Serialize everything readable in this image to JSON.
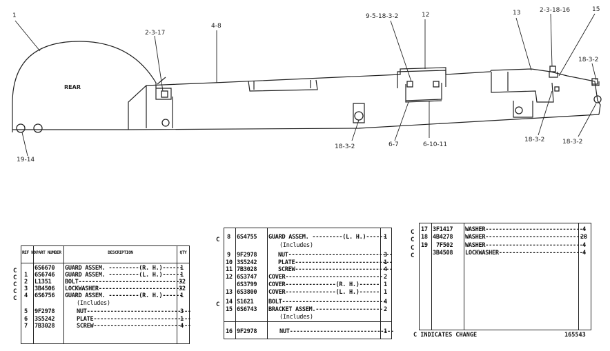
{
  "callouts": {
    "c1": "1",
    "c2_3_17": "2-3-17",
    "c4_8": "4-8",
    "c9_5": "9-5-18-3-2",
    "c12": "12",
    "c13": "13",
    "c2_3_18": "2-3-18-16",
    "c15": "15",
    "c18_3_2_right": "18-3-2",
    "c19_14": "19-14",
    "c18_3_2_mid": "18-3-2",
    "c6_7": "6-7",
    "c6_10_11": "6-10-11",
    "c18_3_2_low": "18-3-2",
    "c18_3_2_edge": "18-3-2",
    "rear": "REAR"
  },
  "table1": {
    "headers": {
      "ref": "REF NO.",
      "part": "PART NUMBER",
      "desc": "DESCRIPTION",
      "qty": "QTY"
    },
    "rows": [
      {
        "c": "C",
        "ref": "",
        "part": "6S6670",
        "desc": "GUARD ASSEM. ---------(R. H.)------",
        "qty": "1"
      },
      {
        "c": "C",
        "ref": "1",
        "part": "6S6746",
        "desc": "GUARD ASSEM. ---------(L. H.)------",
        "qty": "1"
      },
      {
        "c": "C",
        "ref": "2",
        "part": "L1351",
        "desc": "BOLT-------------------------------",
        "qty": "32"
      },
      {
        "c": "C",
        "ref": "3",
        "part": "3B4506",
        "desc": "LOCKWASHER-------------------------",
        "qty": "32"
      },
      {
        "c": "C",
        "ref": "4",
        "part": "6S6756",
        "desc": "GUARD ASSEM. ---------(R. H.)------",
        "qty": "1"
      },
      {
        "c": "",
        "ref": "",
        "part": "",
        "desc": "(Includes)",
        "qty": ""
      },
      {
        "c": "",
        "ref": "5",
        "part": "9F2978",
        "desc": "NUT-------------------------------",
        "qty": "3"
      },
      {
        "c": "",
        "ref": "6",
        "part": "3S5242",
        "desc": "PLATE-----------------------------",
        "qty": "1"
      },
      {
        "c": "",
        "ref": "7",
        "part": "7B3028",
        "desc": "SCREW-----------------------------",
        "qty": "4"
      }
    ]
  },
  "table2": {
    "rows": [
      {
        "c": "C",
        "ref": "8",
        "part": "6S4755",
        "desc": "GUARD ASSEM. ---------(L. H.)------",
        "qty": "1"
      },
      {
        "c": "",
        "ref": "",
        "part": "",
        "desc": "(Includes)",
        "qty": ""
      },
      {
        "c": "",
        "ref": "9",
        "part": "9F2978",
        "desc": "NUT-------------------------------",
        "qty": "3"
      },
      {
        "c": "",
        "ref": "10",
        "part": "3S5242",
        "desc": "PLATE-----------------------------",
        "qty": "1"
      },
      {
        "c": "",
        "ref": "11",
        "part": "7B3028",
        "desc": "SCREW-----------------------------",
        "qty": "4"
      },
      {
        "c": "",
        "ref": "12",
        "part": "6S3747",
        "desc": "COVER-----------------------------",
        "qty": "2"
      },
      {
        "c": "",
        "ref": "",
        "part": "6S3799",
        "desc": "COVER---------------(R. H.)------",
        "qty": "1"
      },
      {
        "c": "",
        "ref": "13",
        "part": "6S3800",
        "desc": "COVER---------------(L. H.)------",
        "qty": "1"
      },
      {
        "c": "C",
        "ref": "14",
        "part": "S1621",
        "desc": "BOLT-------------------------------",
        "qty": "4"
      },
      {
        "c": "",
        "ref": "15",
        "part": "6S6743",
        "desc": "BRACKET ASSEM.--------------------",
        "qty": "2"
      },
      {
        "c": "",
        "ref": "",
        "part": "",
        "desc": "(Includes)",
        "qty": ""
      },
      {
        "c": "",
        "ref": "16",
        "part": "9F2978",
        "desc": "NUT-------------------------------",
        "qty": "1"
      }
    ]
  },
  "table3": {
    "rows": [
      {
        "c": "C",
        "ref": "17",
        "part": "3F1417",
        "desc": "WASHER------------------------------",
        "qty": "4"
      },
      {
        "c": "C",
        "ref": "18",
        "part": "4B4278",
        "desc": "WASHER------------------------------",
        "qty": "28"
      },
      {
        "c": "C",
        "ref": "19",
        "part": "7F502",
        "desc": "WASHER------------------------------",
        "qty": "4"
      },
      {
        "c": "C",
        "ref": "",
        "part": "3B4508",
        "desc": "LOCKWASHER--------------------------",
        "qty": "4"
      }
    ],
    "footer_note": "C INDICATES CHANGE",
    "footer_code": "165543"
  }
}
